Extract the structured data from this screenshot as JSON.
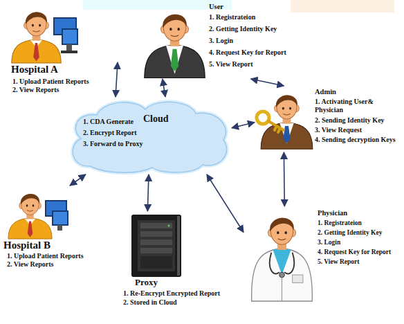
{
  "diagram": {
    "nodes": [
      {
        "text": [
          "Hospital A",
          "1. Upload Patient Reports",
          "2. View Reports"
        ]
      },
      {
        "text": [
          "User",
          "1. Registrateion",
          "2. Getting Identity Key",
          "3. Login",
          "4. Request Key for Report",
          "5. View Report"
        ]
      },
      {
        "text": [
          "Cloud",
          "1. CDA Generate",
          "2. Encrypt Report",
          "3. Forward to Proxy"
        ]
      },
      {
        "text": [
          "Admin",
          "1. Activating User& Physician",
          "2. Sending Identity Key",
          "3. View Request",
          "4. Sending decryption Keys"
        ]
      },
      {
        "text": [
          "Hospital B",
          "1. Upload Patient Reports",
          "2. View Reports"
        ]
      },
      {
        "text": [
          "Physician",
          "1. Registrateion",
          "2. Getting Identity Key",
          "3. Login",
          "4. Request Key for Report",
          "5. View Report"
        ]
      },
      {
        "text": [
          "Proxy",
          "1. Re-Encrypt Encrypted Report",
          "2. Stored in Cloud"
        ]
      }
    ],
    "edges": [
      {
        "from": 0,
        "to": 2,
        "arrow": "both"
      },
      {
        "from": 1,
        "to": 2,
        "arrow": "both"
      },
      {
        "from": 1,
        "to": 3,
        "arrow": "both"
      },
      {
        "from": 2,
        "to": 3,
        "arrow": "both"
      },
      {
        "from": 3,
        "to": 5,
        "arrow": "both"
      },
      {
        "from": 2,
        "to": 5,
        "arrow": "both"
      },
      {
        "from": 4,
        "to": 2,
        "arrow": "both"
      },
      {
        "from": 2,
        "to": 6,
        "arrow": "both"
      }
    ]
  }
}
